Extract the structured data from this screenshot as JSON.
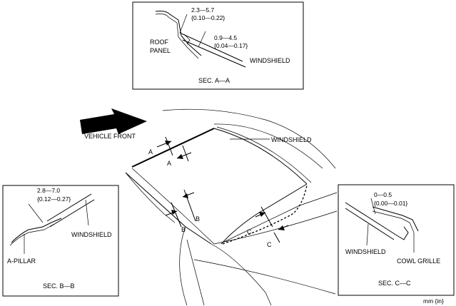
{
  "section_aa": {
    "roof_panel_line1": "ROOF",
    "roof_panel_line2": "PANEL",
    "dim1_mm": "2.3—5.7",
    "dim1_in": "{0.10—0.22}",
    "dim2_mm": "0.9—4.5",
    "dim2_in": "{0.04—0.17}",
    "windshield": "WINDSHIELD",
    "caption": "SEC. A—A"
  },
  "section_bb": {
    "dim_mm": "2.8—7.0",
    "dim_in": "{0.12—0.27}",
    "windshield": "WINDSHIELD",
    "a_pillar": "A-PILLAR",
    "caption": "SEC. B—B"
  },
  "section_cc": {
    "dim_mm": "0—0.5",
    "dim_in": "{0.00—0.01}",
    "windshield": "WINDSHIELD",
    "cowl_grille": "COWL GRILLE",
    "caption": "SEC. C—C"
  },
  "main_view": {
    "vehicle_front": "VEHICLE FRONT",
    "windshield": "WINDSHIELD",
    "marker_a": "A",
    "marker_b": "B",
    "marker_c": "C"
  },
  "units_note": "mm {in}"
}
